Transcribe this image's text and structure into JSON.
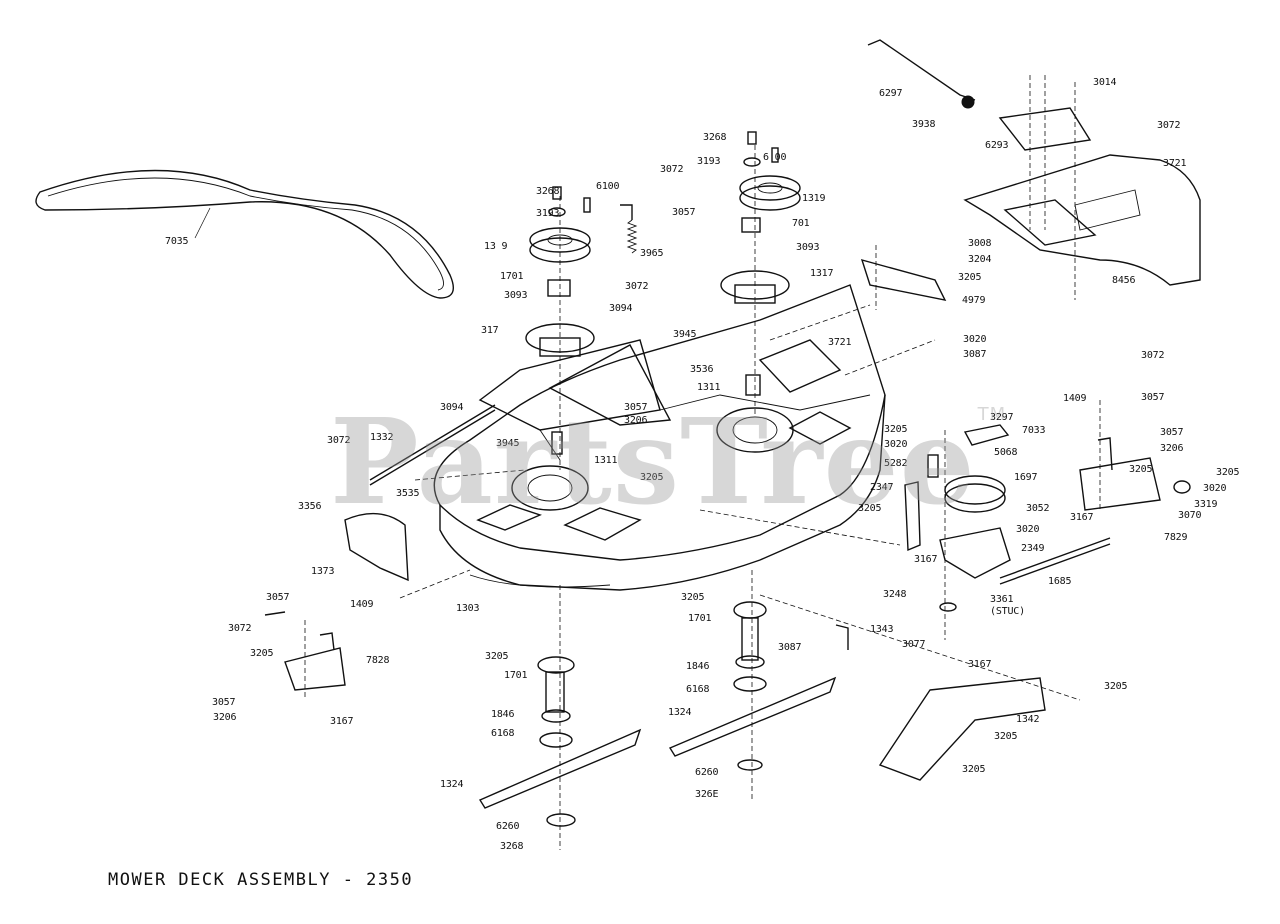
{
  "watermark": {
    "text": "PartsTree",
    "mark": "TM"
  },
  "title": "MOWER DECK ASSEMBLY - 2350",
  "callouts": [
    {
      "id": "c-7035",
      "text": "7035"
    },
    {
      "id": "c-6100",
      "text": "6100"
    },
    {
      "id": "c-3268a",
      "text": "3268"
    },
    {
      "id": "c-3193a",
      "text": "3193"
    },
    {
      "id": "c-1319a",
      "text": "13 9"
    },
    {
      "id": "c-1701a",
      "text": "1701"
    },
    {
      "id": "c-3093a",
      "text": "3093"
    },
    {
      "id": "c-317",
      "text": "317"
    },
    {
      "id": "c-3072a",
      "text": "3072"
    },
    {
      "id": "c-3057a",
      "text": "3057"
    },
    {
      "id": "c-3965",
      "text": "3965"
    },
    {
      "id": "c-3072b",
      "text": "3072"
    },
    {
      "id": "c-3094a",
      "text": "3094"
    },
    {
      "id": "c-3945a",
      "text": "3945"
    },
    {
      "id": "c-3268b",
      "text": "3268"
    },
    {
      "id": "c-3193b",
      "text": "3193"
    },
    {
      "id": "c-6100b",
      "text": "6 00"
    },
    {
      "id": "c-1319b",
      "text": "1319"
    },
    {
      "id": "c-701",
      "text": "701"
    },
    {
      "id": "c-3093b",
      "text": "3093"
    },
    {
      "id": "c-1317",
      "text": "1317"
    },
    {
      "id": "c-3205a",
      "text": "3205"
    },
    {
      "id": "c-4979",
      "text": "4979"
    },
    {
      "id": "c-3721a",
      "text": "3721"
    },
    {
      "id": "c-3536",
      "text": "3536"
    },
    {
      "id": "c-1311a",
      "text": "1311"
    },
    {
      "id": "c-3020a",
      "text": "3020"
    },
    {
      "id": "c-3087a",
      "text": "3087"
    },
    {
      "id": "c-6297",
      "text": "6297"
    },
    {
      "id": "c-3938",
      "text": "3938"
    },
    {
      "id": "c-6293",
      "text": "6293"
    },
    {
      "id": "c-3014",
      "text": "3014"
    },
    {
      "id": "c-3072c",
      "text": "3072"
    },
    {
      "id": "c-3721b",
      "text": "3721"
    },
    {
      "id": "c-3008",
      "text": "3008"
    },
    {
      "id": "c-3204",
      "text": "3204"
    },
    {
      "id": "c-8456",
      "text": "8456"
    },
    {
      "id": "c-3094b",
      "text": "3094"
    },
    {
      "id": "c-3057b",
      "text": "3057"
    },
    {
      "id": "c-3206a",
      "text": "3206"
    },
    {
      "id": "c-3072d",
      "text": "3072"
    },
    {
      "id": "c-1332",
      "text": "1332"
    },
    {
      "id": "c-3945b",
      "text": "3945"
    },
    {
      "id": "c-1311b",
      "text": "1311"
    },
    {
      "id": "c-3535",
      "text": "3535"
    },
    {
      "id": "c-3356",
      "text": "3356"
    },
    {
      "id": "c-1373",
      "text": "1373"
    },
    {
      "id": "c-3205b",
      "text": "3205"
    },
    {
      "id": "c-3205c",
      "text": "3205"
    },
    {
      "id": "c-3020b",
      "text": "3020"
    },
    {
      "id": "c-5282",
      "text": "5282"
    },
    {
      "id": "c-3297",
      "text": "3297"
    },
    {
      "id": "c-7033",
      "text": "7033"
    },
    {
      "id": "c-5068",
      "text": "5068"
    },
    {
      "id": "c-1697",
      "text": "1697"
    },
    {
      "id": "c-2347",
      "text": "2347"
    },
    {
      "id": "c-3205d",
      "text": "3205"
    },
    {
      "id": "c-3052",
      "text": "3052"
    },
    {
      "id": "c-3020c",
      "text": "3020"
    },
    {
      "id": "c-2349",
      "text": "2349"
    },
    {
      "id": "c-3167a",
      "text": "3167"
    },
    {
      "id": "c-3248",
      "text": "3248"
    },
    {
      "id": "c-3361",
      "text": "3361"
    },
    {
      "id": "c-stud",
      "text": "(STUC)"
    },
    {
      "id": "c-3077",
      "text": "3077"
    },
    {
      "id": "c-1685",
      "text": "1685"
    },
    {
      "id": "c-3072e",
      "text": "3072"
    },
    {
      "id": "c-1409a",
      "text": "1409"
    },
    {
      "id": "c-3057c",
      "text": "3057"
    },
    {
      "id": "c-3057d",
      "text": "3057"
    },
    {
      "id": "c-3206b",
      "text": "3206"
    },
    {
      "id": "c-3205e",
      "text": "3205"
    },
    {
      "id": "c-3205f",
      "text": "3205"
    },
    {
      "id": "c-3020d",
      "text": "3020"
    },
    {
      "id": "c-3319",
      "text": "3319"
    },
    {
      "id": "c-3070",
      "text": "3070"
    },
    {
      "id": "c-3167b",
      "text": "3167"
    },
    {
      "id": "c-7829",
      "text": "7829"
    },
    {
      "id": "c-1303",
      "text": "1303"
    },
    {
      "id": "c-3205g",
      "text": "3205"
    },
    {
      "id": "c-1701b",
      "text": "1701"
    },
    {
      "id": "c-3087b",
      "text": "3087"
    },
    {
      "id": "c-1343",
      "text": "1343"
    },
    {
      "id": "c-1846a",
      "text": "1846"
    },
    {
      "id": "c-6168a",
      "text": "6168"
    },
    {
      "id": "c-1324a",
      "text": "1324"
    },
    {
      "id": "c-6260a",
      "text": "6260"
    },
    {
      "id": "c-3268c",
      "text": "326E"
    },
    {
      "id": "c-3167c",
      "text": "3167"
    },
    {
      "id": "c-3205h",
      "text": "3205"
    },
    {
      "id": "c-1342",
      "text": "1342"
    },
    {
      "id": "c-3205i",
      "text": "3205"
    },
    {
      "id": "c-3205j",
      "text": "3205"
    },
    {
      "id": "c-3057e",
      "text": "3057"
    },
    {
      "id": "c-1409b",
      "text": "1409"
    },
    {
      "id": "c-3072f",
      "text": "3072"
    },
    {
      "id": "c-3205k",
      "text": "3205"
    },
    {
      "id": "c-7828",
      "text": "7828"
    },
    {
      "id": "c-3057f",
      "text": "3057"
    },
    {
      "id": "c-3206c",
      "text": "3206"
    },
    {
      "id": "c-3167d",
      "text": "3167"
    },
    {
      "id": "c-3205l",
      "text": "3205"
    },
    {
      "id": "c-1701c",
      "text": "1701"
    },
    {
      "id": "c-1846b",
      "text": "1846"
    },
    {
      "id": "c-6168b",
      "text": "6168"
    },
    {
      "id": "c-1324b",
      "text": "1324"
    },
    {
      "id": "c-6260b",
      "text": "6260"
    },
    {
      "id": "c-3268d",
      "text": "3268"
    }
  ]
}
